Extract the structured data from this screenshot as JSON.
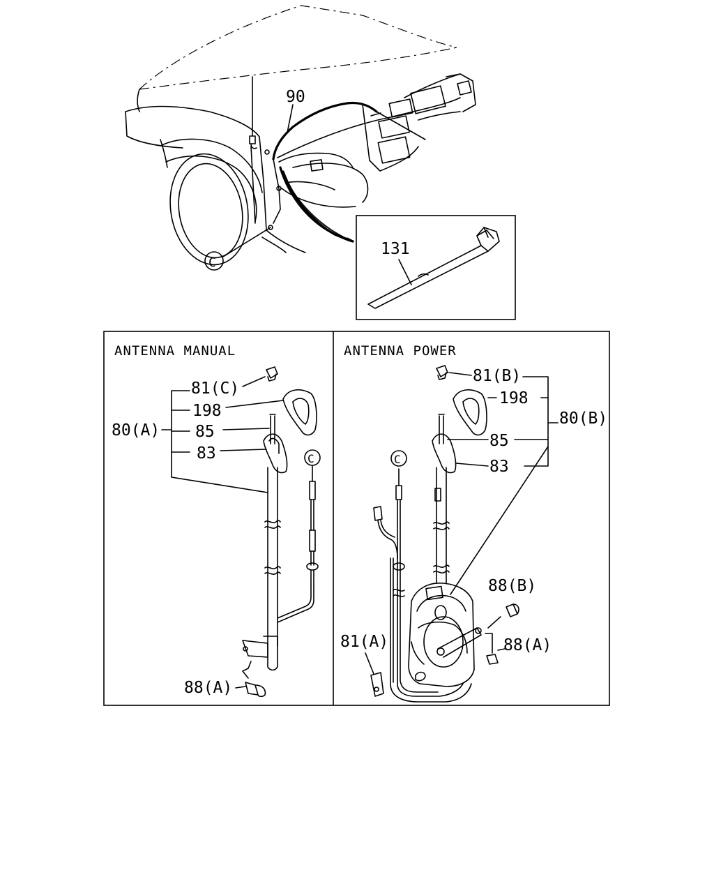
{
  "panels": {
    "manual_title": "ANTENNA MANUAL",
    "power_title": "ANTENNA POWER"
  },
  "callouts": {
    "top_cable": "90",
    "inset_part": "131",
    "top_ref": "C",
    "manual": {
      "assembly": "80(A)",
      "nut": "81(C)",
      "pad": "198",
      "mast": "85",
      "bezel": "83",
      "bolt": "88(A)",
      "ref": "C"
    },
    "power": {
      "assembly": "80(B)",
      "nut": "81(B)",
      "pad": "198",
      "mast": "85",
      "bezel": "83",
      "bolt_b": "88(B)",
      "bracket": "81(A)",
      "bolt_a": "88(A)",
      "ref": "C"
    }
  }
}
